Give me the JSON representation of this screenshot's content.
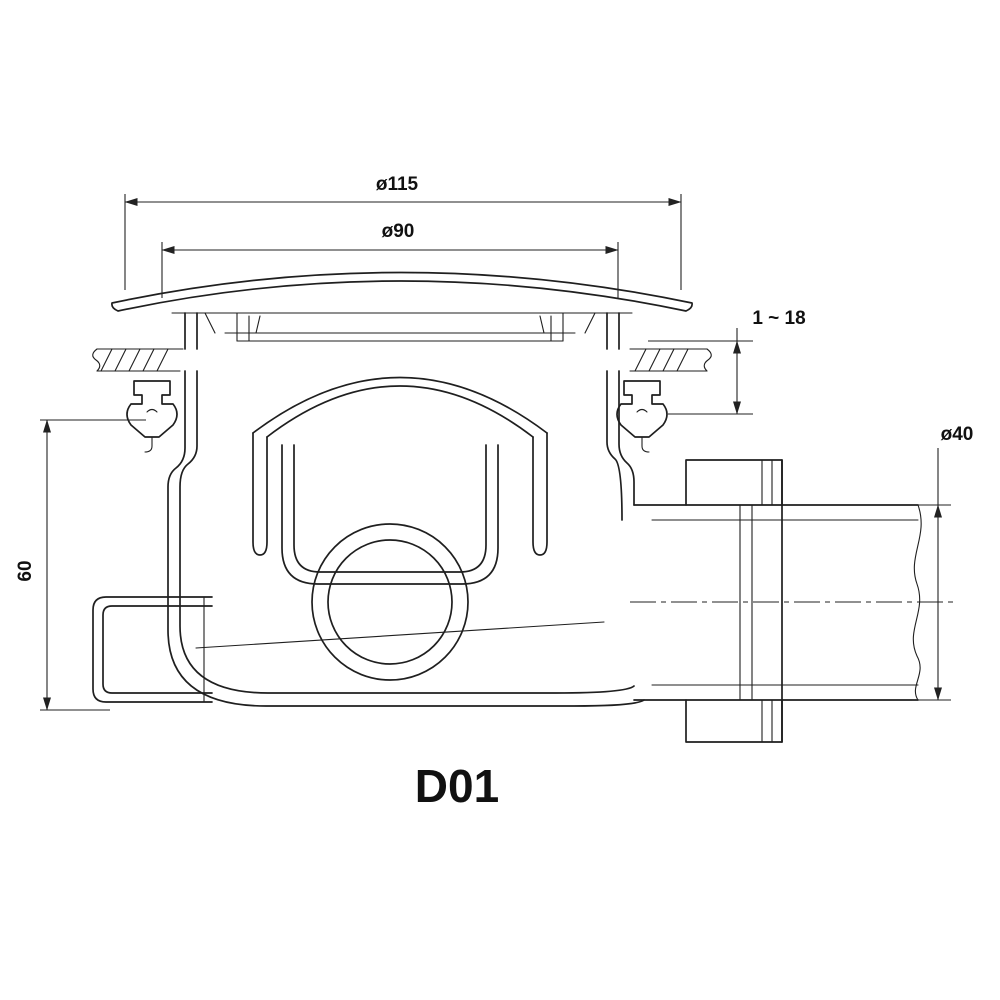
{
  "canvas": {
    "colors": {
      "background": "#ffffff",
      "line": "#1f1f1f",
      "text": "#111111"
    }
  },
  "drawing": {
    "title": "D01",
    "dimensions": {
      "outer_diameter": "ø115",
      "inner_diameter": "ø90",
      "clamp_range": "1 ~ 18",
      "outlet_diameter": "ø40",
      "height": "60"
    }
  }
}
